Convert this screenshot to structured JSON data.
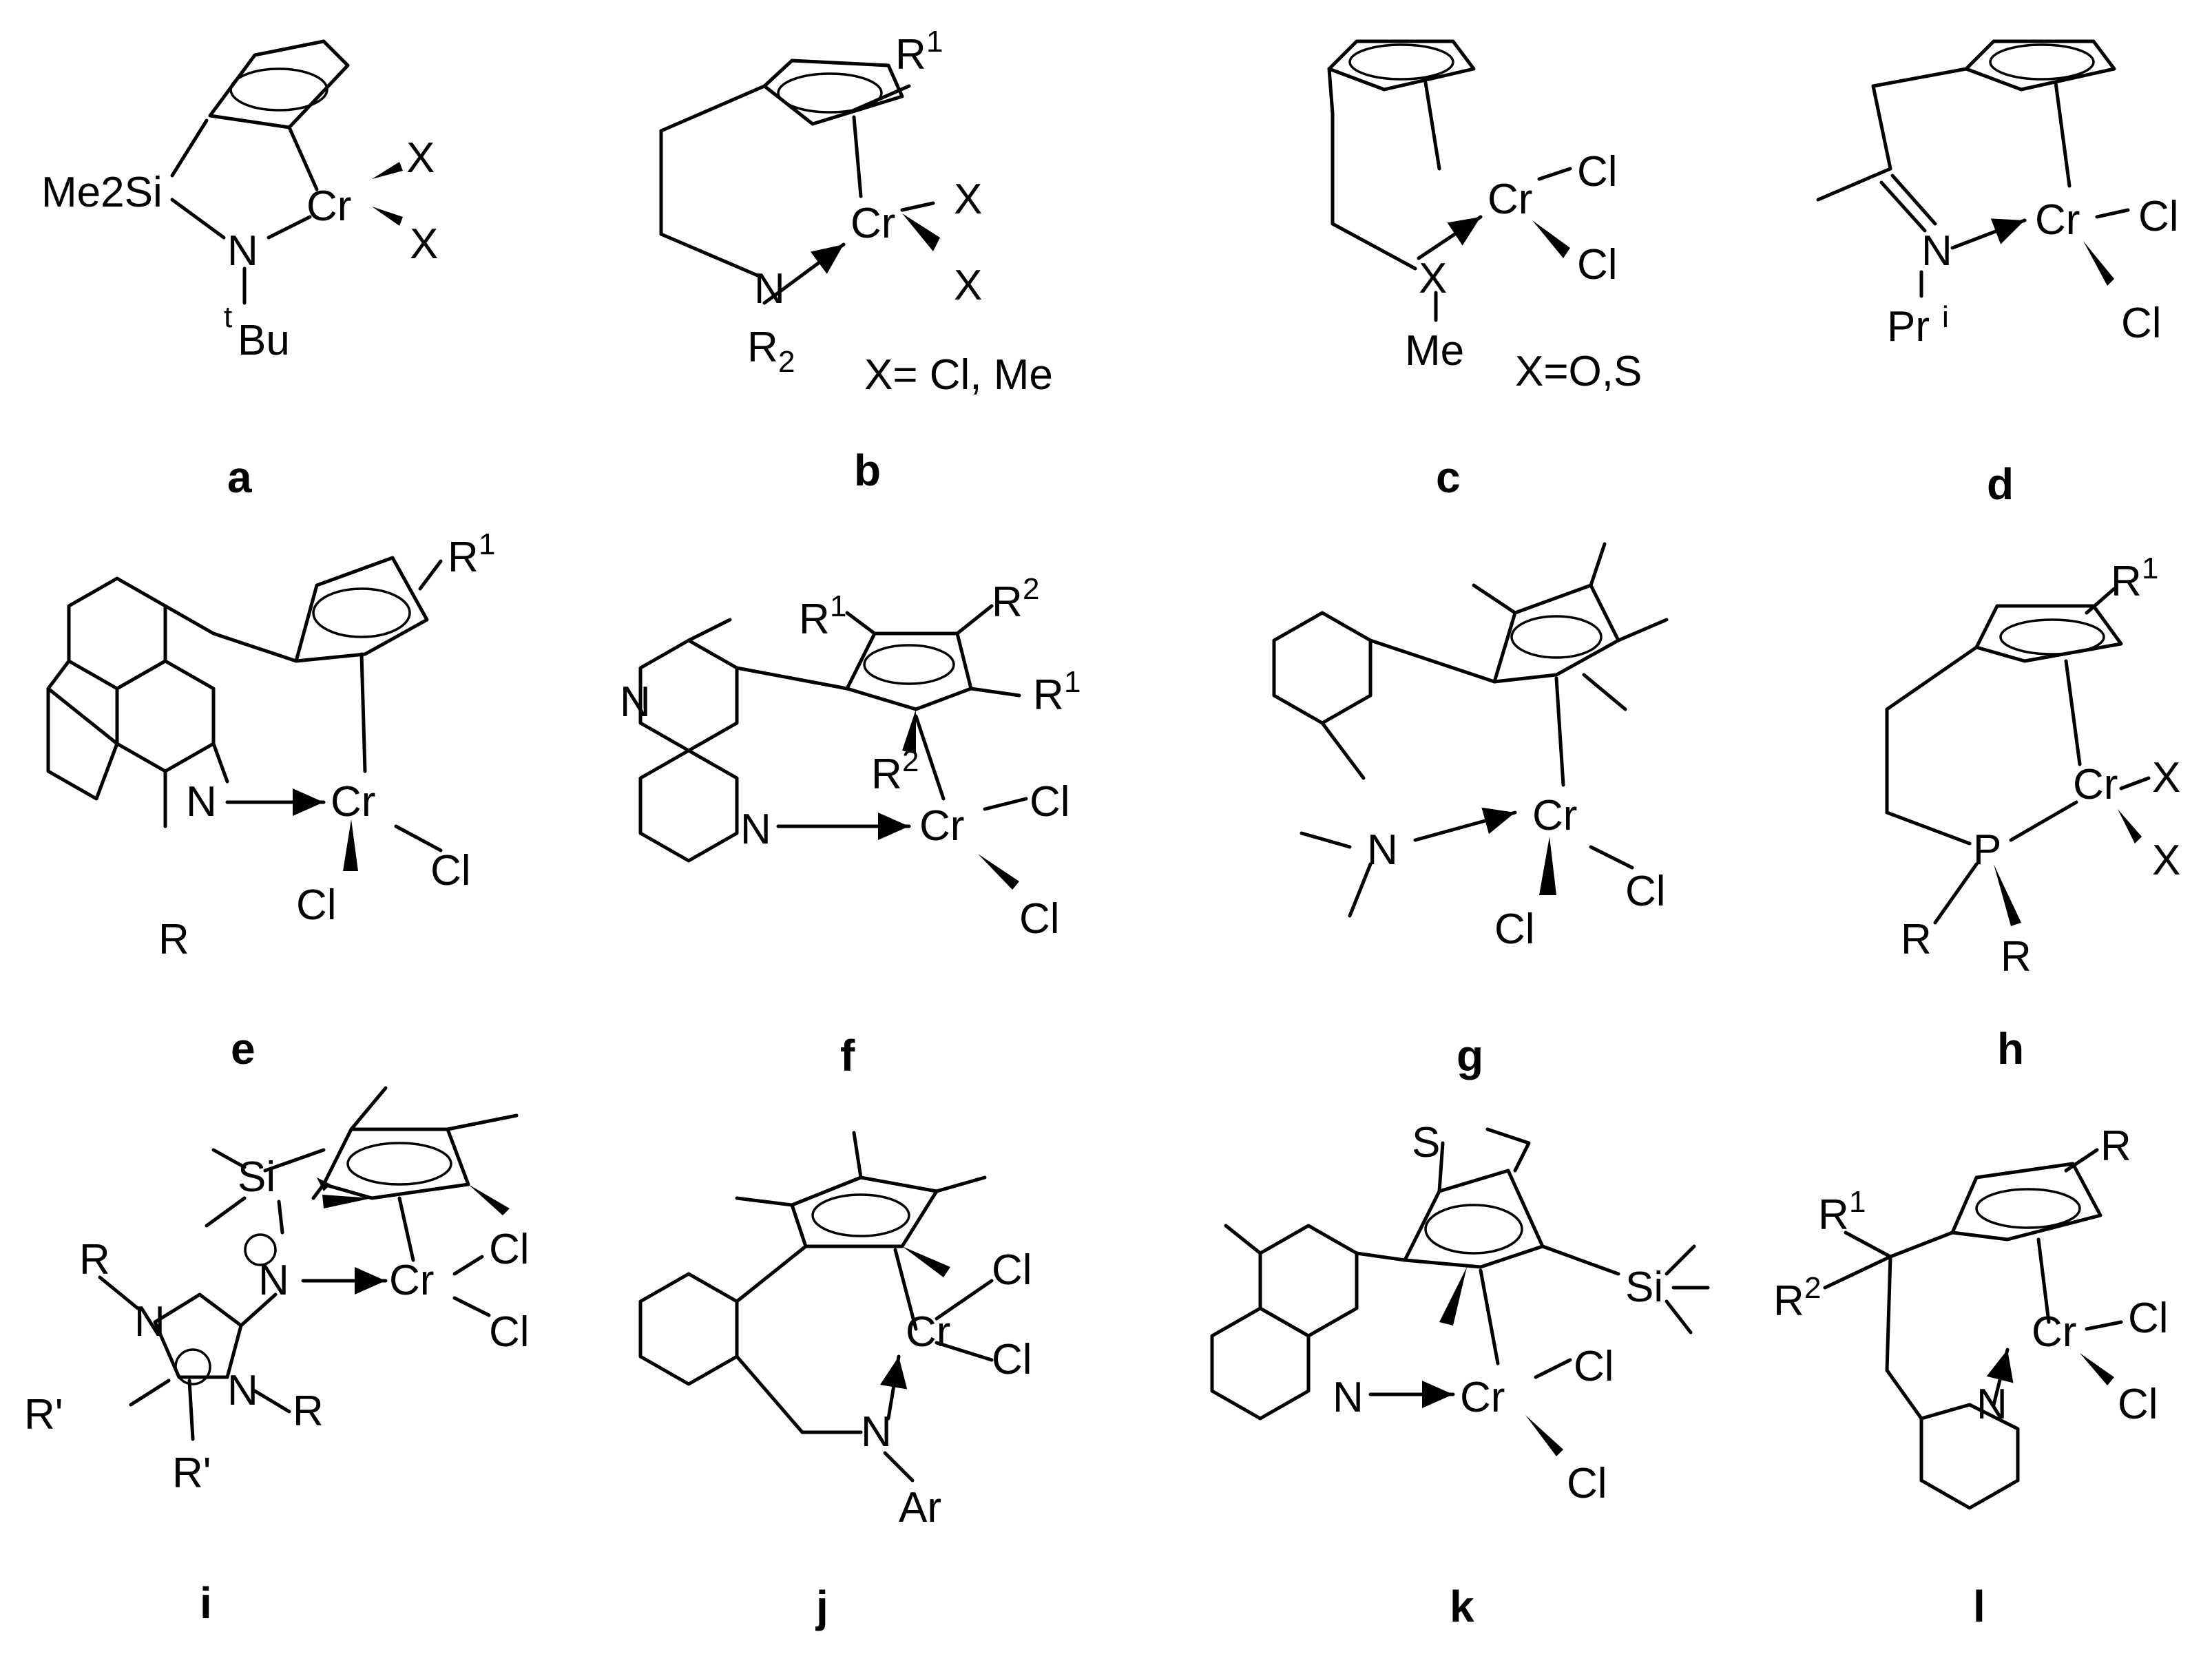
{
  "panels": [
    {
      "id": "a",
      "label": "a",
      "atoms": {
        "si": "Me2Si",
        "n": "N",
        "cr": "Cr",
        "x1": "X",
        "x2": "X",
        "tbu_sup": "t",
        "tbu": "Bu"
      }
    },
    {
      "id": "b",
      "label": "b",
      "note": "X= Cl, Me",
      "atoms": {
        "r1": "R",
        "r1sup": "1",
        "n": "N",
        "cr": "Cr",
        "x1": "X",
        "x2": "X",
        "r2": "R",
        "r2sub": "2"
      }
    },
    {
      "id": "c",
      "label": "c",
      "note": "X=O,S",
      "atoms": {
        "x": "X",
        "me": "Me",
        "cr": "Cr",
        "cl1": "Cl",
        "cl2": "Cl"
      }
    },
    {
      "id": "d",
      "label": "d",
      "atoms": {
        "n": "N",
        "pr": "Pr",
        "prsup": "i",
        "cr": "Cr",
        "cl1": "Cl",
        "cl2": "Cl"
      }
    },
    {
      "id": "e",
      "label": "e",
      "atoms": {
        "r1": "R",
        "r1sup": "1",
        "n": "N",
        "cr": "Cr",
        "cl1": "Cl",
        "cl2": "Cl",
        "r": "R"
      }
    },
    {
      "id": "f",
      "label": "f",
      "atoms": {
        "n1": "N",
        "n2": "N",
        "r1a": "R",
        "r1b": "R",
        "r2a": "R",
        "r2b": "R",
        "sup1": "1",
        "sup2": "2",
        "cr": "Cr",
        "cl1": "Cl",
        "cl2": "Cl"
      }
    },
    {
      "id": "g",
      "label": "g",
      "atoms": {
        "n": "N",
        "cr": "Cr",
        "cl1": "Cl",
        "cl2": "Cl"
      }
    },
    {
      "id": "h",
      "label": "h",
      "atoms": {
        "r1": "R",
        "r1sup": "1",
        "p": "P",
        "cr": "Cr",
        "x1": "X",
        "x2": "X",
        "ra": "R",
        "rb": "R"
      }
    },
    {
      "id": "i",
      "label": "i",
      "atoms": {
        "si": "Si",
        "n": "N",
        "cr": "Cr",
        "cl1": "Cl",
        "cl2": "Cl",
        "r1": "R",
        "r2": "R",
        "rp1": "R'",
        "rp2": "R'",
        "n1": "N",
        "n2": "N"
      }
    },
    {
      "id": "j",
      "label": "j",
      "atoms": {
        "n": "N",
        "ar": "Ar",
        "cr": "Cr",
        "cl1": "Cl",
        "cl2": "Cl"
      }
    },
    {
      "id": "k",
      "label": "k",
      "atoms": {
        "s": "S",
        "si": "Si",
        "n": "N",
        "cr": "Cr",
        "cl1": "Cl",
        "cl2": "Cl"
      }
    },
    {
      "id": "l",
      "label": "l",
      "atoms": {
        "r": "R",
        "r1": "R",
        "r2": "R",
        "sup1": "1",
        "sup2": "2",
        "n": "N",
        "cr": "Cr",
        "cl1": "Cl",
        "cl2": "Cl"
      }
    }
  ]
}
